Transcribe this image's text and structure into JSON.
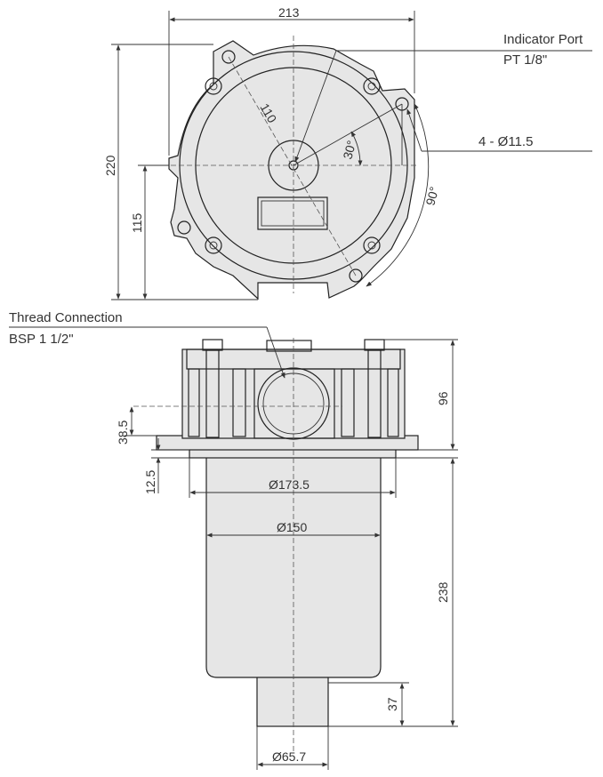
{
  "top_view": {
    "dims": {
      "width_213": "213",
      "height_220": "220",
      "height_115": "115",
      "radius_110": "110",
      "angle_30": "30°",
      "angle_90": "90°"
    },
    "indicator_port": {
      "line1": "Indicator Port",
      "line2": "PT 1/8\""
    },
    "holes": "4 - Ø11.5"
  },
  "side_view": {
    "thread_connection": {
      "line1": "Thread Connection",
      "line2": "BSP  1 1/2\""
    },
    "dims": {
      "h_96": "96",
      "h_38_5": "38.5",
      "h_12_5": "12.5",
      "d_173_5": "Ø173.5",
      "d_150": "Ø150",
      "h_238": "238",
      "h_37": "37",
      "d_65_7": "Ø65.7"
    }
  },
  "colors": {
    "body": "#e6e6e6",
    "line": "#222222"
  }
}
